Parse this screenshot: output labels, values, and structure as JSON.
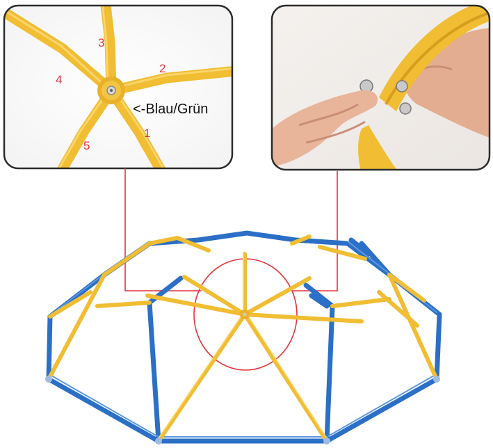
{
  "colors": {
    "rod_yellow": "#f0bd33",
    "rod_yellow_dark": "#d89d1b",
    "rod_blue": "#2b6fc6",
    "rod_blue_light": "#4a8bd8",
    "connector_red": "#e3343b",
    "panel_border": "#2b2b2b",
    "skin": "#e8b49a"
  },
  "detail_left": {
    "numbers": [
      "1",
      "2",
      "3",
      "4",
      "5"
    ],
    "label": "<-Blau/Grün"
  }
}
